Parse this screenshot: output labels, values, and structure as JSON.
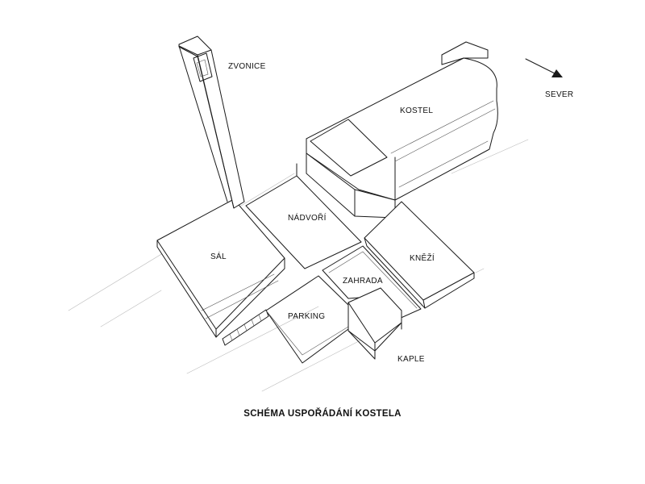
{
  "labels": {
    "zvonice": "ZVONICE",
    "kostel": "KOSTEL",
    "nadvori": "NÁDVOŘÍ",
    "sal": "SÁL",
    "knezi": "KNĚŽÍ",
    "zahrada": "ZAHRADA",
    "parking": "PARKING",
    "kaple": "KAPLE",
    "sever": "SEVER"
  },
  "title": "SCHÉMA USPOŘÁDÁNÍ KOSTELA",
  "icons": {
    "north_arrow": "arrow-icon"
  },
  "colors": {
    "line": "#1a1a1a",
    "background": "#ffffff"
  }
}
